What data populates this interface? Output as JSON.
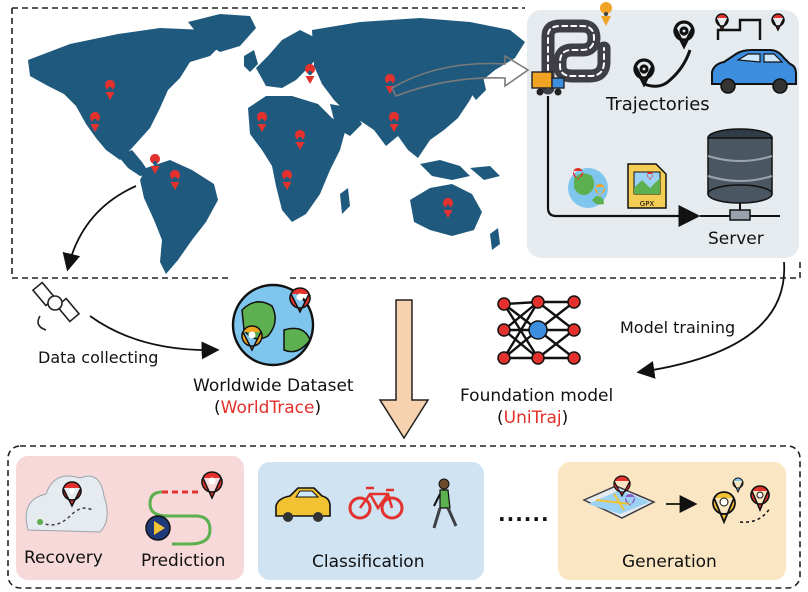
{
  "colors": {
    "map": "#1f5a7e",
    "pin": "#e3312d",
    "server_panel": "#e6ebef",
    "recovery_panel": "#f8d9da",
    "classification_panel": "#cfe3f2",
    "generation_panel": "#fbe6c4",
    "arrow": "#f6d2ae",
    "highlight_text": "#e2302a"
  },
  "labels": {
    "trajectories": "Trajectories",
    "server": "Server",
    "model_training": "Model training",
    "data_collecting": "Data collecting",
    "dataset_title": "Worldwide Dataset",
    "dataset_name": "WorldTrace",
    "model_title": "Foundation model",
    "model_name": "UniTraj",
    "recovery": "Recovery",
    "prediction": "Prediction",
    "classification": "Classification",
    "ellipsis": "......",
    "generation": "Generation",
    "gpx": "GPX"
  },
  "icons": [
    "world-map",
    "map-pin-icon",
    "road-trajectory-icon",
    "truck-icon",
    "route-pins-icon",
    "car-icon",
    "server-icon",
    "globe-icon",
    "gpx-file-icon",
    "satellite-icon",
    "globe-dataset-icon",
    "neural-network-icon",
    "bicycle-icon",
    "pedestrian-icon",
    "mobile-map-icon",
    "rightwards-arrow-icon"
  ]
}
